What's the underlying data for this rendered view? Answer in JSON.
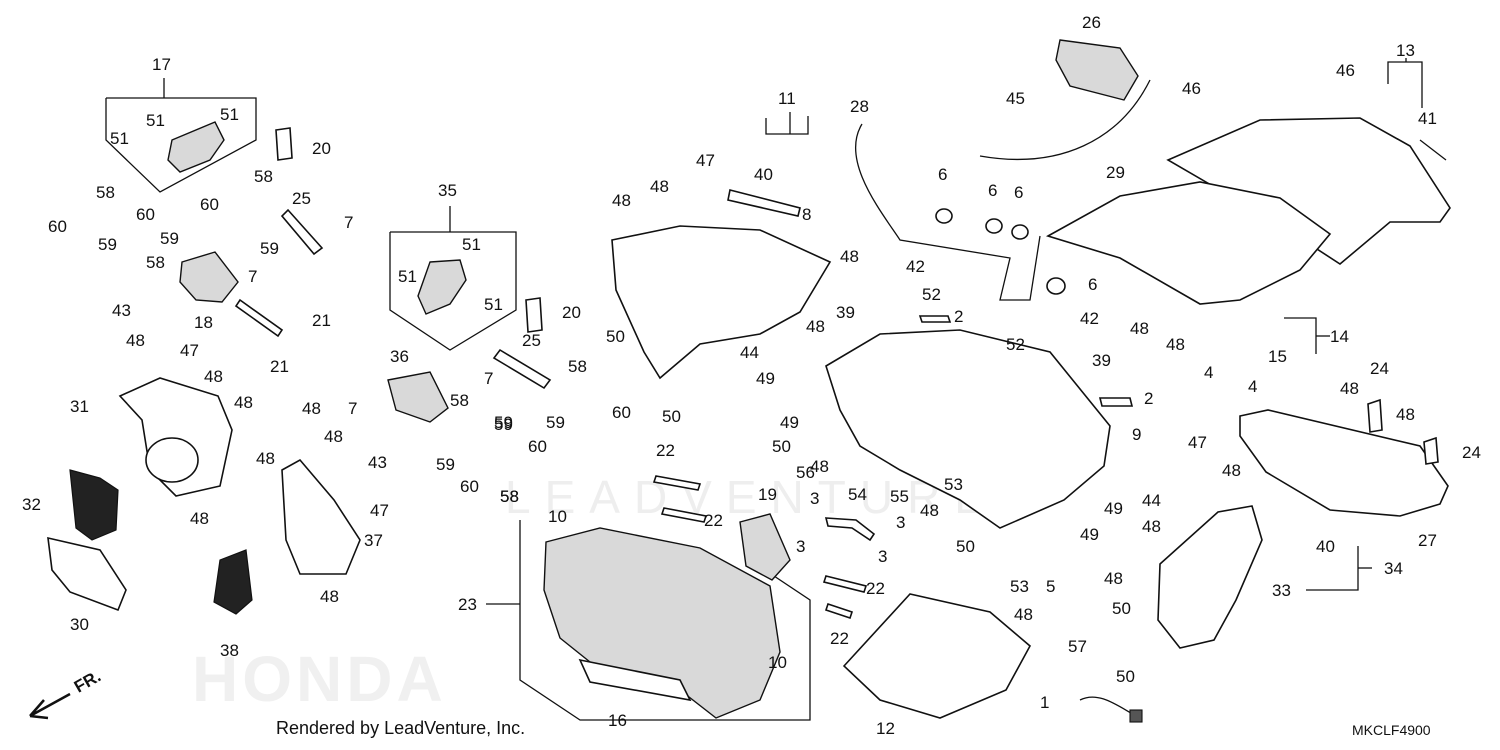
{
  "watermark": {
    "text": "LEADVENTURE",
    "brand": "HONDA"
  },
  "footer": {
    "credit": "Rendered by LeadVenture, Inc.",
    "code": "MKCLF4900"
  },
  "direction_label": "FR.",
  "callouts": [
    {
      "id": "c1",
      "label": "17"
    },
    {
      "id": "c2",
      "label": "51"
    },
    {
      "id": "c3",
      "label": "51"
    },
    {
      "id": "c4",
      "label": "51"
    },
    {
      "id": "c5",
      "label": "20"
    },
    {
      "id": "c6",
      "label": "58"
    },
    {
      "id": "c7",
      "label": "60"
    },
    {
      "id": "c8",
      "label": "59"
    },
    {
      "id": "c9",
      "label": "60"
    },
    {
      "id": "c10",
      "label": "59"
    },
    {
      "id": "c11",
      "label": "58"
    },
    {
      "id": "c12",
      "label": "43"
    },
    {
      "id": "c13",
      "label": "18"
    },
    {
      "id": "c14",
      "label": "58"
    },
    {
      "id": "c15",
      "label": "60"
    },
    {
      "id": "c16",
      "label": "59"
    },
    {
      "id": "c17",
      "label": "25"
    },
    {
      "id": "c18",
      "label": "7"
    },
    {
      "id": "c19",
      "label": "7"
    },
    {
      "id": "c20",
      "label": "21"
    },
    {
      "id": "c21",
      "label": "21"
    },
    {
      "id": "c22",
      "label": "48"
    },
    {
      "id": "c23",
      "label": "47"
    },
    {
      "id": "c24",
      "label": "48"
    },
    {
      "id": "c25",
      "label": "31"
    },
    {
      "id": "c26",
      "label": "48"
    },
    {
      "id": "c27",
      "label": "32"
    },
    {
      "id": "c28",
      "label": "48"
    },
    {
      "id": "c29",
      "label": "30"
    },
    {
      "id": "c30",
      "label": "35"
    },
    {
      "id": "c31",
      "label": "51"
    },
    {
      "id": "c32",
      "label": "51"
    },
    {
      "id": "c33",
      "label": "51"
    },
    {
      "id": "c34",
      "label": "20"
    },
    {
      "id": "c35",
      "label": "36"
    },
    {
      "id": "c36",
      "label": "7"
    },
    {
      "id": "c37",
      "label": "48"
    },
    {
      "id": "c38",
      "label": "48"
    },
    {
      "id": "c39",
      "label": "48"
    },
    {
      "id": "c40",
      "label": "43"
    },
    {
      "id": "c41",
      "label": "58"
    },
    {
      "id": "c42",
      "label": "59"
    },
    {
      "id": "c43",
      "label": "60"
    },
    {
      "id": "c44",
      "label": "59"
    },
    {
      "id": "c45",
      "label": "58"
    },
    {
      "id": "c46",
      "label": "47"
    },
    {
      "id": "c47",
      "label": "37"
    },
    {
      "id": "c48",
      "label": "48"
    },
    {
      "id": "c49",
      "label": "38"
    },
    {
      "id": "c50",
      "label": "25"
    },
    {
      "id": "c51",
      "label": "7"
    },
    {
      "id": "c52",
      "label": "58"
    },
    {
      "id": "c53",
      "label": "59"
    },
    {
      "id": "c54",
      "label": "60"
    },
    {
      "id": "c55",
      "label": "59"
    },
    {
      "id": "c56",
      "label": "60"
    },
    {
      "id": "c57",
      "label": "58"
    },
    {
      "id": "c58",
      "label": "11"
    },
    {
      "id": "c59",
      "label": "40"
    },
    {
      "id": "c60",
      "label": "8"
    },
    {
      "id": "c61",
      "label": "47"
    },
    {
      "id": "c62",
      "label": "48"
    },
    {
      "id": "c63",
      "label": "48"
    },
    {
      "id": "c64",
      "label": "50"
    },
    {
      "id": "c65",
      "label": "44"
    },
    {
      "id": "c66",
      "label": "50"
    },
    {
      "id": "c67",
      "label": "28"
    },
    {
      "id": "c68",
      "label": "48"
    },
    {
      "id": "c69",
      "label": "42"
    },
    {
      "id": "c70",
      "label": "52"
    },
    {
      "id": "c71",
      "label": "39"
    },
    {
      "id": "c72",
      "label": "48"
    },
    {
      "id": "c73",
      "label": "2"
    },
    {
      "id": "c74",
      "label": "6"
    },
    {
      "id": "c75",
      "label": "6"
    },
    {
      "id": "c76",
      "label": "6"
    },
    {
      "id": "c77",
      "label": "6"
    },
    {
      "id": "c78",
      "label": "26"
    },
    {
      "id": "c79",
      "label": "45"
    },
    {
      "id": "c80",
      "label": "29"
    },
    {
      "id": "c81",
      "label": "42"
    },
    {
      "id": "c82",
      "label": "52"
    },
    {
      "id": "c83",
      "label": "39"
    },
    {
      "id": "c84",
      "label": "49"
    },
    {
      "id": "c85",
      "label": "49"
    },
    {
      "id": "c86",
      "label": "50"
    },
    {
      "id": "c87",
      "label": "48"
    },
    {
      "id": "c88",
      "label": "2"
    },
    {
      "id": "c89",
      "label": "9"
    },
    {
      "id": "c90",
      "label": "53"
    },
    {
      "id": "c91",
      "label": "48"
    },
    {
      "id": "c92",
      "label": "55"
    },
    {
      "id": "c93",
      "label": "49"
    },
    {
      "id": "c94",
      "label": "49"
    },
    {
      "id": "c95",
      "label": "50"
    },
    {
      "id": "c96",
      "label": "53"
    },
    {
      "id": "c97",
      "label": "5"
    },
    {
      "id": "c98",
      "label": "13"
    },
    {
      "id": "c99",
      "label": "46"
    },
    {
      "id": "c100",
      "label": "46"
    },
    {
      "id": "c101",
      "label": "41"
    },
    {
      "id": "c102",
      "label": "48"
    },
    {
      "id": "c103",
      "label": "48"
    },
    {
      "id": "c104",
      "label": "14"
    },
    {
      "id": "c105",
      "label": "15"
    },
    {
      "id": "c106",
      "label": "4"
    },
    {
      "id": "c107",
      "label": "4"
    },
    {
      "id": "c108",
      "label": "22"
    },
    {
      "id": "c109",
      "label": "22"
    },
    {
      "id": "c110",
      "label": "10"
    },
    {
      "id": "c111",
      "label": "19"
    },
    {
      "id": "c112",
      "label": "56"
    },
    {
      "id": "c113",
      "label": "3"
    },
    {
      "id": "c114",
      "label": "54"
    },
    {
      "id": "c115",
      "label": "3"
    },
    {
      "id": "c116",
      "label": "3"
    },
    {
      "id": "c117",
      "label": "3"
    },
    {
      "id": "c118",
      "label": "22"
    },
    {
      "id": "c119",
      "label": "22"
    },
    {
      "id": "c120",
      "label": "23"
    },
    {
      "id": "c121",
      "label": "10"
    },
    {
      "id": "c122",
      "label": "16"
    },
    {
      "id": "c123",
      "label": "12"
    },
    {
      "id": "c124",
      "label": "48"
    },
    {
      "id": "c125",
      "label": "57"
    },
    {
      "id": "c126",
      "label": "1"
    },
    {
      "id": "c127",
      "label": "24"
    },
    {
      "id": "c128",
      "label": "48"
    },
    {
      "id": "c129",
      "label": "24"
    },
    {
      "id": "c130",
      "label": "48"
    },
    {
      "id": "c131",
      "label": "47"
    },
    {
      "id": "c132",
      "label": "48"
    },
    {
      "id": "c133",
      "label": "44"
    },
    {
      "id": "c134",
      "label": "48"
    },
    {
      "id": "c135",
      "label": "27"
    },
    {
      "id": "c136",
      "label": "40"
    },
    {
      "id": "c137",
      "label": "34"
    },
    {
      "id": "c138",
      "label": "33"
    },
    {
      "id": "c139",
      "label": "48"
    },
    {
      "id": "c140",
      "label": "50"
    },
    {
      "id": "c141",
      "label": "50"
    }
  ]
}
